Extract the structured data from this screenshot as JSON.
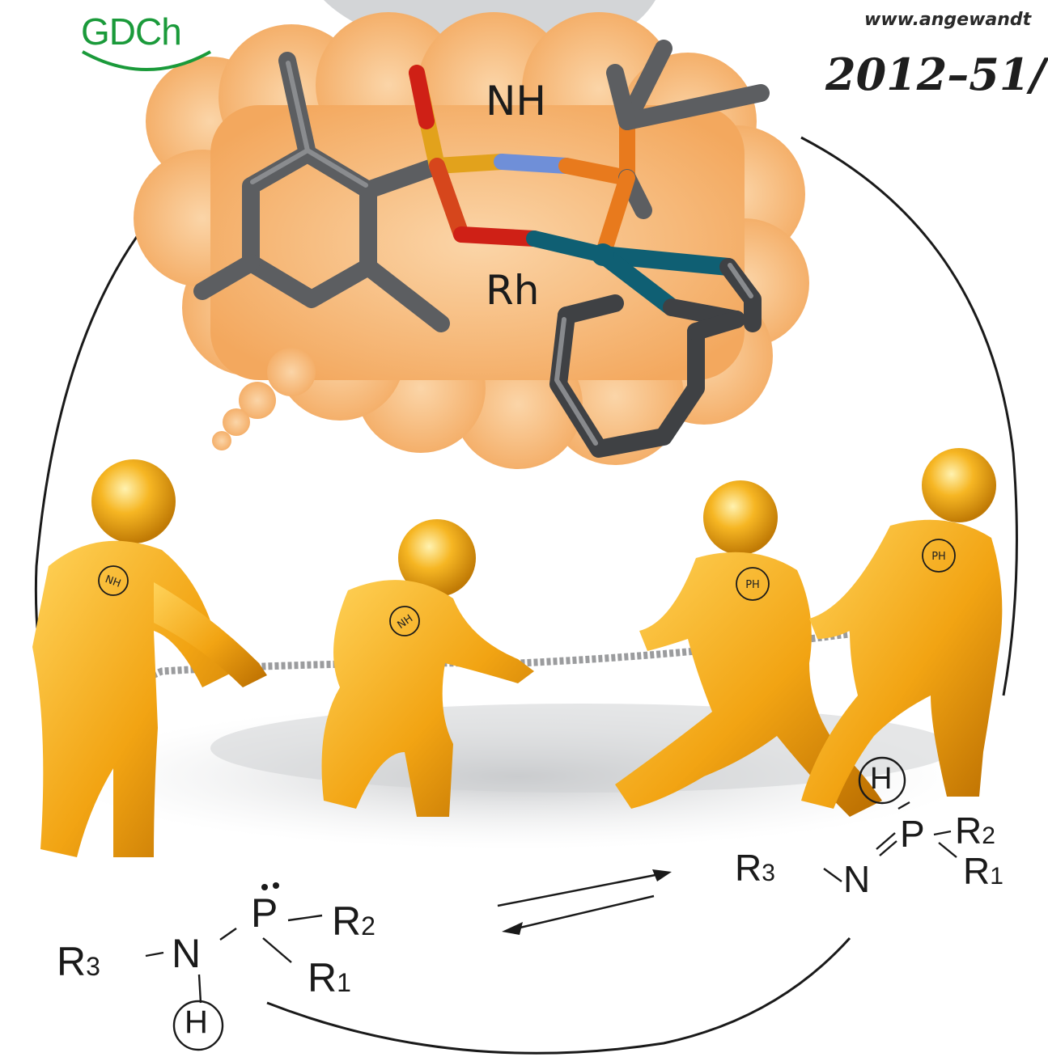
{
  "header": {
    "publisher_logo": "GDCh",
    "url": "www.angewandt",
    "issue": "2012–51/"
  },
  "molecule": {
    "label_nh": "NH",
    "label_rh": "Rh"
  },
  "figures": {
    "left_badges": [
      "NH",
      "NH"
    ],
    "right_badges": [
      "PH",
      "PH"
    ]
  },
  "equilibrium": {
    "left_formula": {
      "r3": "R",
      "r3_sub": "3",
      "n": "N",
      "p": "P",
      "r2": "R",
      "r2_sub": "2",
      "r1": "R",
      "r1_sub": "1",
      "h": "H"
    },
    "right_formula": {
      "r3": "R",
      "r3_sub": "3",
      "n": "N",
      "p": "P",
      "r2": "R",
      "r2_sub": "2",
      "r1": "R",
      "r1_sub": "1",
      "h": "H"
    }
  },
  "colors": {
    "figure_yellow": "#f4ac1a",
    "cloud_orange": "#f7b978",
    "logo_green": "#1a9a3a",
    "stick_grey": "#5c5e61",
    "rh_teal": "#0f5f73"
  }
}
